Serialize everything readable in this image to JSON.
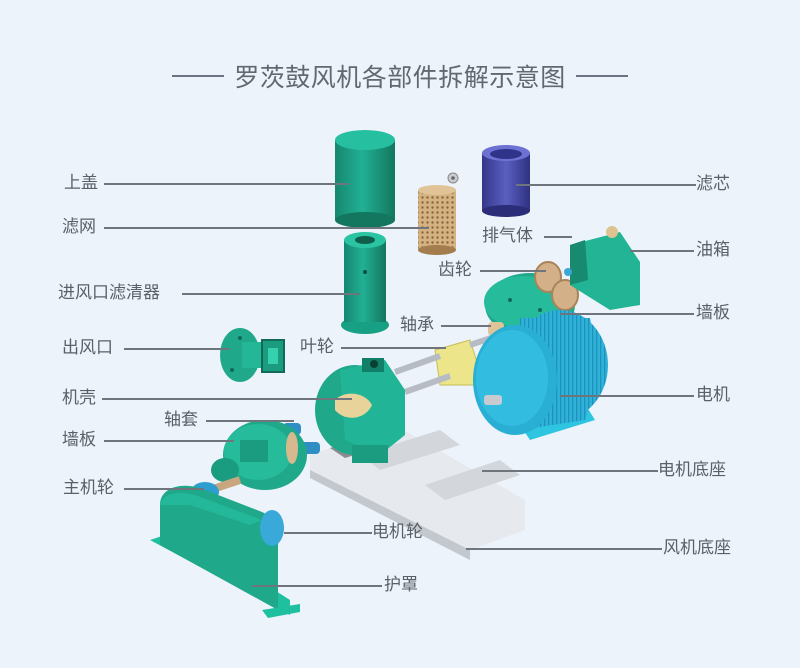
{
  "diagram": {
    "title": "罗茨鼓风机各部件拆解示意图",
    "title_decoration": "——",
    "colors": {
      "background": "#edf3fb",
      "text": "#5a6068",
      "leader_line": "#6e757d",
      "housing_green": "#1fa88a",
      "housing_green_dark": "#14806a",
      "motor_blue": "#25a9d1",
      "filter_core_purple": "#4b4fa8",
      "mesh_bronze": "#c79f6d",
      "bearing_yellow": "#ede58a",
      "base_gray": "#d9dde2"
    },
    "labels_left": [
      {
        "id": "top-cover",
        "text": "上盖"
      },
      {
        "id": "filter-mesh",
        "text": "滤网"
      },
      {
        "id": "inlet-filter",
        "text": "进风口滤清器"
      },
      {
        "id": "outlet",
        "text": "出风口"
      },
      {
        "id": "casing",
        "text": "机壳"
      },
      {
        "id": "wall-plate-left",
        "text": "墙板"
      },
      {
        "id": "main-pulley",
        "text": "主机轮"
      }
    ],
    "labels_center": [
      {
        "id": "exhaust-body",
        "text": "排气体"
      },
      {
        "id": "gear",
        "text": "齿轮"
      },
      {
        "id": "bearing",
        "text": "轴承"
      },
      {
        "id": "impeller",
        "text": "叶轮"
      },
      {
        "id": "shaft-sleeve",
        "text": "轴套"
      },
      {
        "id": "motor-pulley",
        "text": "电机轮"
      },
      {
        "id": "guard",
        "text": "护罩"
      }
    ],
    "labels_right": [
      {
        "id": "filter-core",
        "text": "滤芯"
      },
      {
        "id": "oil-tank",
        "text": "油箱"
      },
      {
        "id": "wall-plate-right",
        "text": "墙板"
      },
      {
        "id": "motor",
        "text": "电机"
      },
      {
        "id": "motor-base",
        "text": "电机底座"
      },
      {
        "id": "blower-base",
        "text": "风机底座"
      }
    ]
  }
}
